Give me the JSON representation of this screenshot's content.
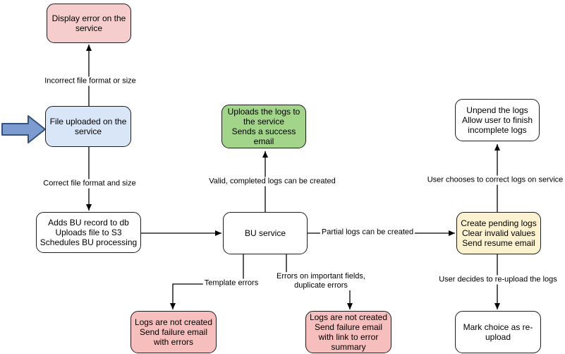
{
  "nodes": {
    "display_error": "Display error on the\nservice",
    "file_uploaded": "File uploaded on the\nservice",
    "adds_bu_record": "Adds BU record to db\nUploads file to S3\nSchedules BU processing",
    "bu_service": "BU service",
    "uploads_logs": "Uploads the logs to\nthe service\nSends a success\nemail",
    "create_pending": "Create pending logs\nClear invalid values\nSend resume email",
    "unpend_logs": "Unpend the logs\nAllow user to finish\nincomplete logs",
    "mark_reupload": "Mark choice as re-\nupload",
    "logs_not_created_errors": "Logs are not created\nSend failure email\nwith errors",
    "logs_not_created_summary": "Logs are not created\nSend failure email\nwith link to error\nsummary"
  },
  "edge_labels": {
    "incorrect_file": "Incorrect file format or size",
    "correct_file": "Correct file format and size",
    "valid_completed": "Valid, completed logs can be created",
    "partial_logs": "Partial logs can be created",
    "template_errors": "Template errors",
    "important_fields": "Errors on important fields,\nduplicate errors",
    "user_corrects": "User chooses to correct logs on service",
    "user_reuploads": "User decides to re-upload the logs"
  },
  "colors": {
    "error_node_fill": "#f5cdcd",
    "error_node_fill_bottom": "#f6bfbd",
    "input_node_fill": "#d9e6f8",
    "success_node_fill": "#a2d489",
    "pending_node_fill": "#fdf2cf",
    "process_node_fill": "#ffffff",
    "node_stroke": "#1c1c1c",
    "connector_stroke": "#000000",
    "entry_arrow_fill": "#7b9bd1",
    "entry_arrow_stroke": "#33527e"
  },
  "icons": {
    "entry_arrow": "right-arrow-icon"
  }
}
